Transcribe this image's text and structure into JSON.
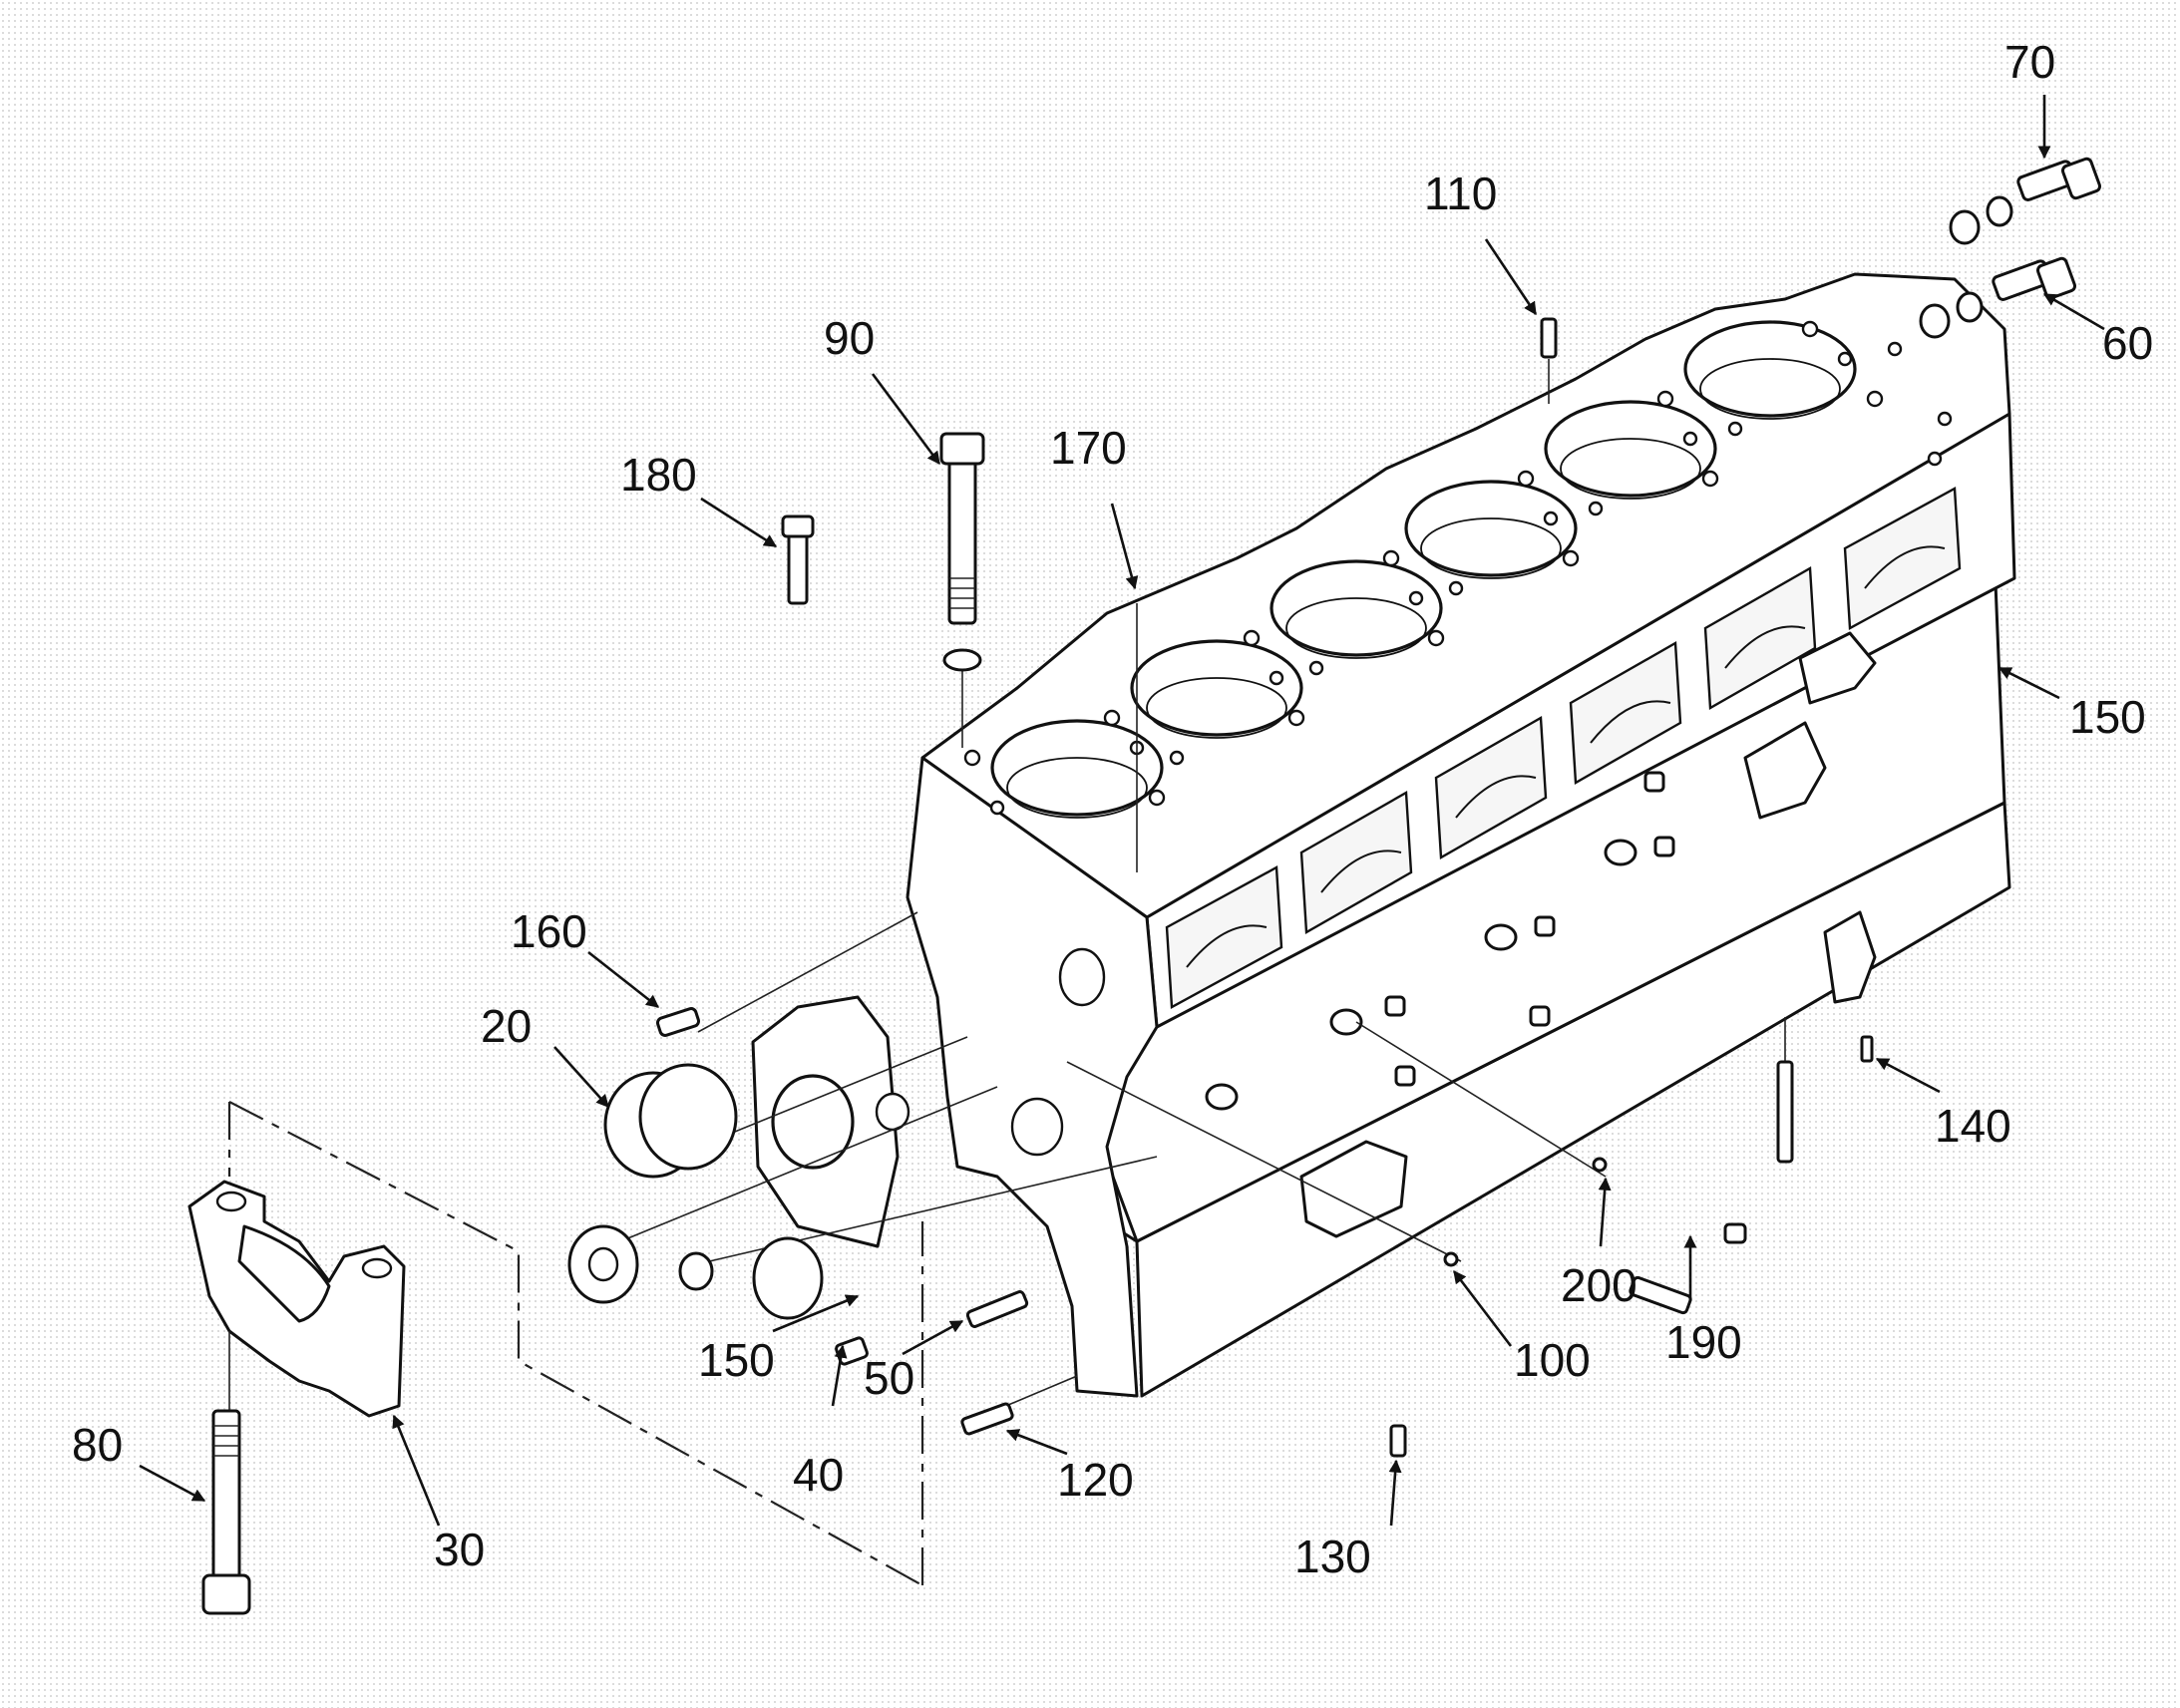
{
  "diagram": {
    "callouts": [
      {
        "id": "c20",
        "label": "20"
      },
      {
        "id": "c30",
        "label": "30"
      },
      {
        "id": "c40",
        "label": "40"
      },
      {
        "id": "c50",
        "label": "50"
      },
      {
        "id": "c60",
        "label": "60"
      },
      {
        "id": "c70",
        "label": "70"
      },
      {
        "id": "c80",
        "label": "80"
      },
      {
        "id": "c90",
        "label": "90"
      },
      {
        "id": "c100",
        "label": "100"
      },
      {
        "id": "c110",
        "label": "110"
      },
      {
        "id": "c120",
        "label": "120"
      },
      {
        "id": "c130",
        "label": "130"
      },
      {
        "id": "c140",
        "label": "140"
      },
      {
        "id": "c150a",
        "label": "150"
      },
      {
        "id": "c150b",
        "label": "150"
      },
      {
        "id": "c160",
        "label": "160"
      },
      {
        "id": "c170",
        "label": "170"
      },
      {
        "id": "c180",
        "label": "180"
      },
      {
        "id": "c190",
        "label": "190"
      },
      {
        "id": "c200",
        "label": "200"
      }
    ]
  }
}
